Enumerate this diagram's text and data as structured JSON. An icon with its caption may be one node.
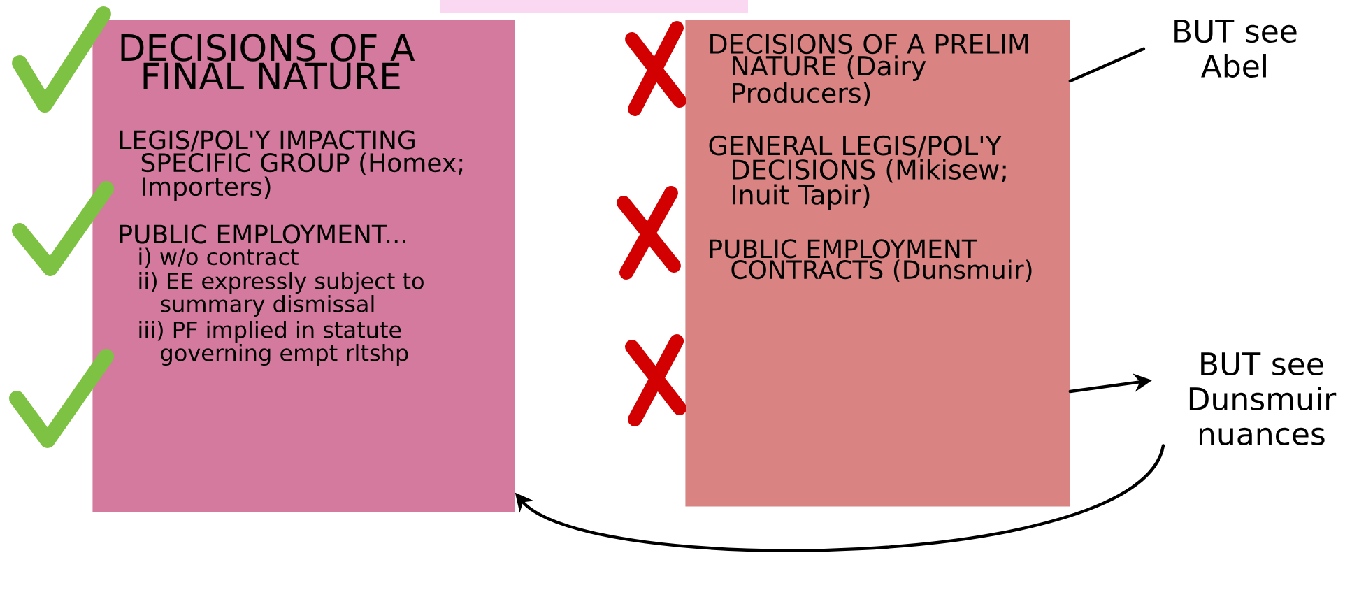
{
  "diagram": {
    "nodes": [
      {
        "text": [
          "DECISIONS OF A FINAL NATURE",
          "LEGIS/POL'Y IMPACTING SPECIFIC GROUP (Homex; Importers)",
          "PUBLIC EMPLOYMENT...",
          "i) w/o contract",
          "ii) EE expressly subject to summary dismissal",
          "iii) PF implied in statute governing empt rltshp"
        ]
      },
      {
        "text": [
          "DECISIONS OF A PRELIM NATURE (Dairy Producers)",
          "GENERAL LEGIS/POL'Y DECISIONS (Mikisew; Inuit Tapir)",
          "PUBLIC EMPLOYMENT CONTRACTS (Dunsmuir)"
        ]
      },
      {
        "text": [
          "BUT see Abel"
        ]
      },
      {
        "text": [
          "BUT see Dunsmuir nuances"
        ]
      }
    ],
    "edges": [
      {
        "from": 1,
        "to": 2,
        "arrow": "none"
      },
      {
        "from": 1,
        "to": 3,
        "arrow": "to"
      },
      {
        "from": 3,
        "to": 0,
        "arrow": "to"
      }
    ]
  }
}
